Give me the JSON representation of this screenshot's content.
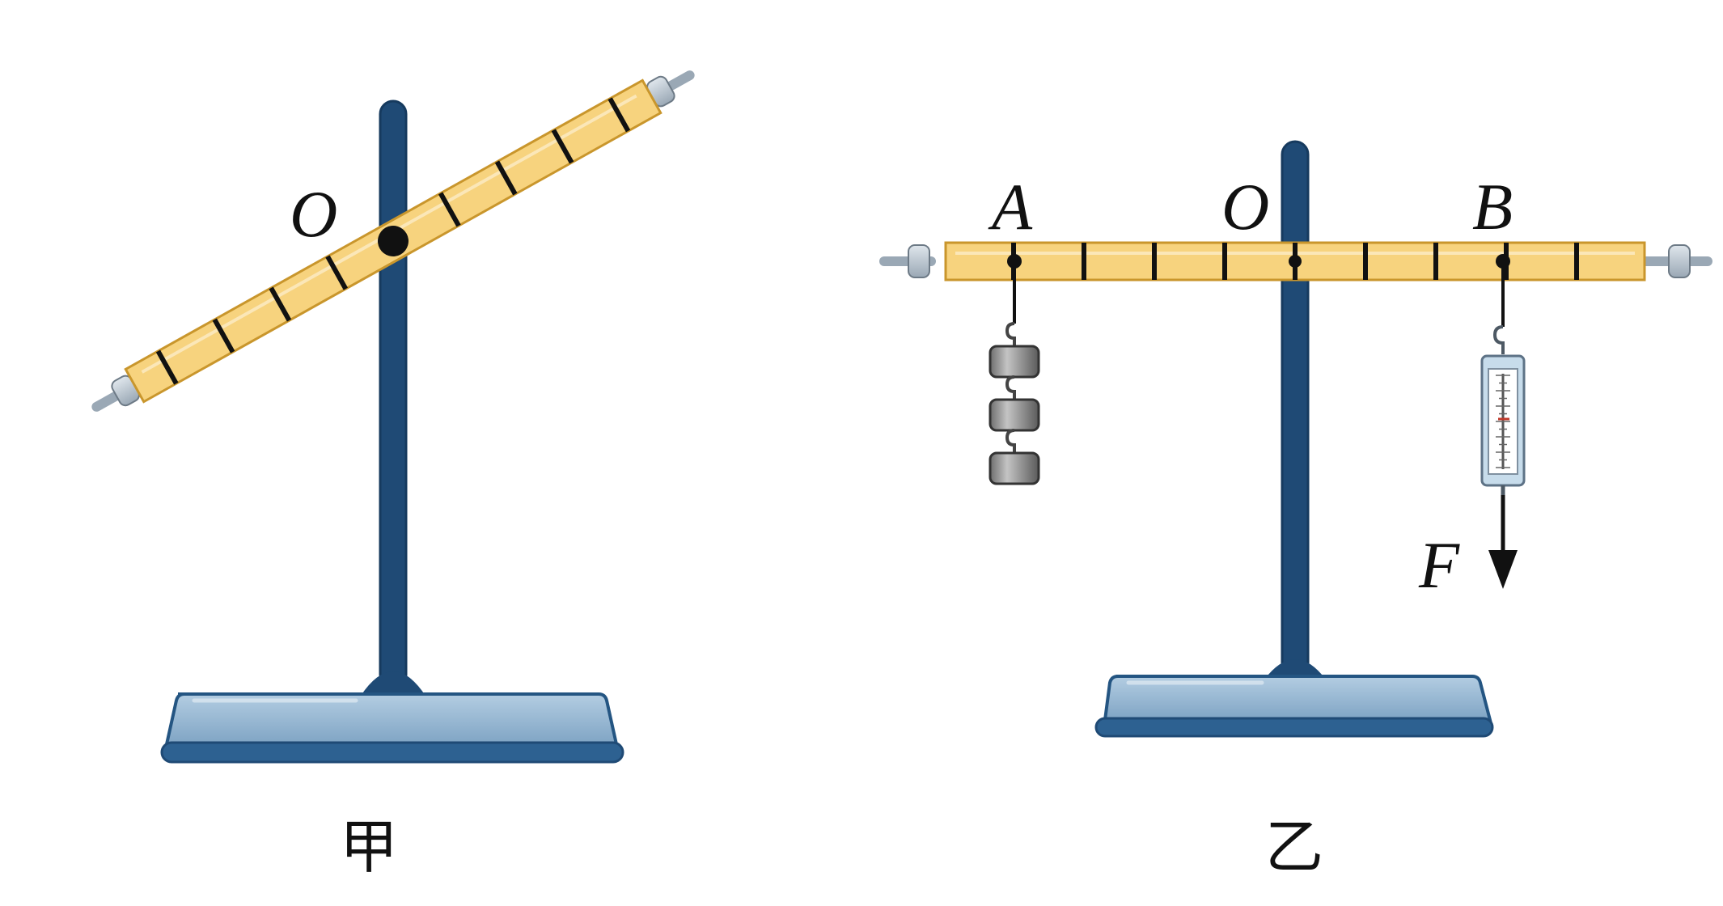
{
  "figures": [
    {
      "caption": "甲",
      "pivot_label": "O",
      "marks_left_of_pivot": 4,
      "marks_right_of_pivot": 4
    },
    {
      "caption": "乙",
      "labels": {
        "left_point": "A",
        "pivot": "O",
        "right_point": "B",
        "force": "F"
      },
      "divisions_each_side": 4,
      "A_divisions_from_O": 4,
      "B_divisions_from_O": 3,
      "weights_hung_at_A": 3,
      "force_direction": "down"
    }
  ],
  "colors": {
    "lever_fill": "#f7d37e",
    "lever_stroke": "#c9962c",
    "stand_rod": "#1f4a75",
    "stand_base": "#93b6d3",
    "base_stroke": "#245582",
    "mark": "#111111",
    "weight": "#8d8d8d",
    "spring_scale_body": "#c7dceb"
  },
  "icons": [
    "iron-stand-icon",
    "lever-rod-icon",
    "hook-weight-icon",
    "spring-scale-icon",
    "force-arrow-icon"
  ]
}
